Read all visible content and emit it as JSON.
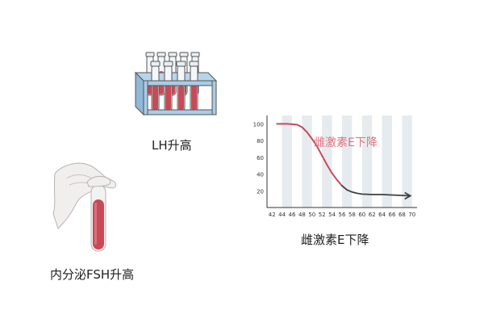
{
  "labels": {
    "lh": "LH升高",
    "fsh": "内分泌FSH升高",
    "estrogen": "雌激素E下降"
  },
  "colors": {
    "blood": "#c94a57",
    "blood_dark": "#a8323f",
    "rack": "#9fc4e0",
    "stripe": "#e6ebef",
    "curve": "#c94a57",
    "curve_tail": "#404040",
    "chart_text": "#e0727c"
  },
  "chart_data": {
    "type": "line",
    "title": "",
    "annotation": "雌激素E下降",
    "x_ticks": [
      42,
      44,
      46,
      48,
      50,
      52,
      54,
      56,
      58,
      60,
      62,
      64,
      66,
      68,
      70
    ],
    "y_ticks": [
      20,
      40,
      60,
      80,
      100
    ],
    "xlim": [
      41,
      71
    ],
    "ylim": [
      0,
      110
    ],
    "grid": "vertical stripes",
    "series": [
      {
        "x": [
          43,
          45,
          47,
          48,
          49,
          50,
          51,
          52,
          53,
          54,
          55,
          56,
          57,
          58,
          59,
          60,
          62,
          64,
          66,
          68,
          69.5
        ],
        "y": [
          100,
          100,
          99,
          96,
          90,
          82,
          73,
          62,
          51,
          41,
          33,
          26,
          21,
          18.5,
          17,
          16,
          15.5,
          15.5,
          15,
          14.5,
          14
        ]
      }
    ]
  }
}
